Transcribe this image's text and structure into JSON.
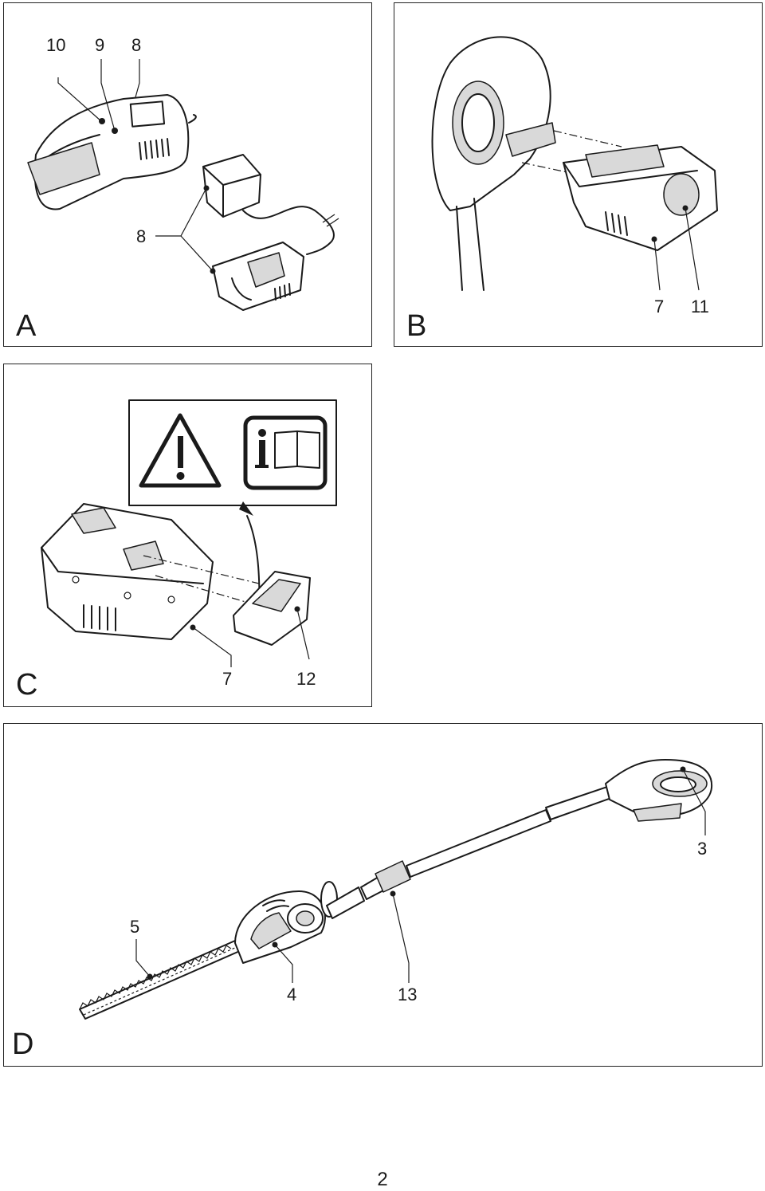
{
  "panels": {
    "A": {
      "letter": "A",
      "callouts": [
        "10",
        "9",
        "8",
        "8"
      ]
    },
    "B": {
      "letter": "B",
      "callouts": [
        "7",
        "11"
      ]
    },
    "C": {
      "letter": "C",
      "callouts": [
        "7",
        "12"
      ],
      "icons": [
        "warning-triangle-icon",
        "read-manual-icon"
      ]
    },
    "D": {
      "letter": "D",
      "callouts": [
        "3",
        "5",
        "4",
        "13"
      ]
    }
  },
  "page_number": "2"
}
